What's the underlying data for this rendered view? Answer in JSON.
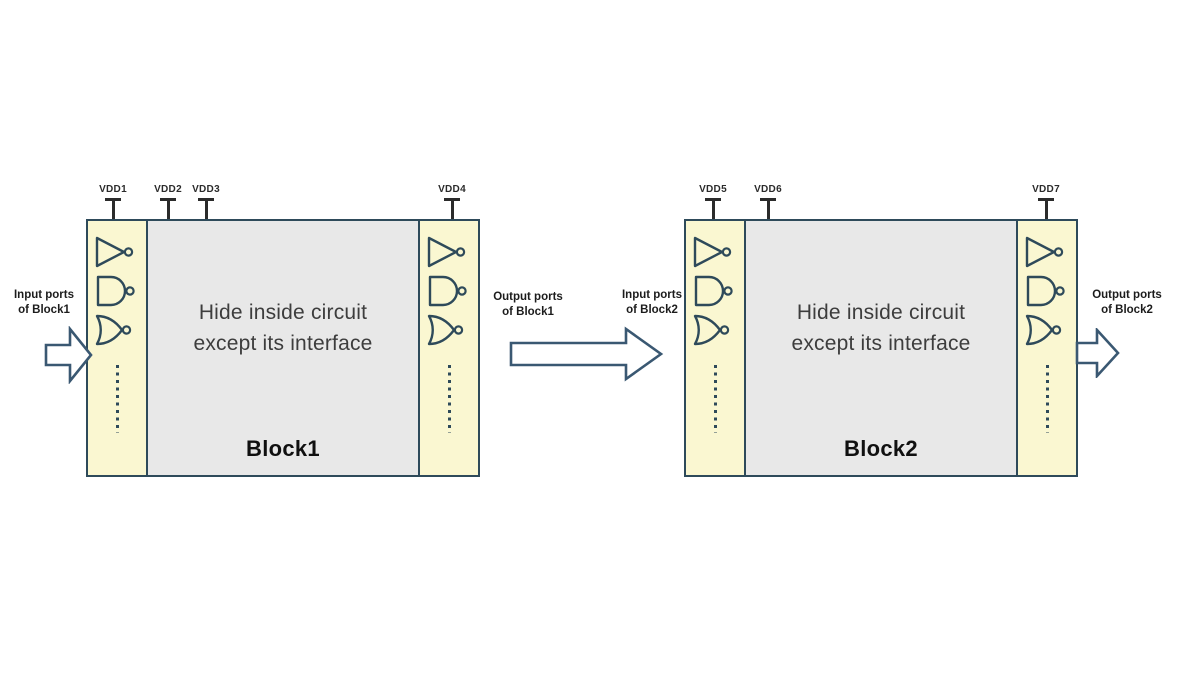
{
  "colors": {
    "strip_yellow": "#FAF7D1",
    "center_gray": "#E8E8E8",
    "border_navy": "#2E4A5A",
    "arrow_navy": "#3A5872",
    "pin_dark": "#2B2B2B",
    "label_black": "#1C1C1C",
    "center_text_gray": "#3D3D3D",
    "arrow_fill": "#FFFFFF"
  },
  "blocks": [
    {
      "title": "Block1",
      "center_text": [
        "Hide inside circuit",
        "except its interface"
      ],
      "vdd_pins": [
        "VDD1",
        "VDD2",
        "VDD3",
        "VDD4"
      ],
      "input_label": [
        "Input ports",
        "of Block1"
      ],
      "output_label": [
        "Output ports",
        "of Block1"
      ],
      "gates": [
        "inverter",
        "nand",
        "nor"
      ]
    },
    {
      "title": "Block2",
      "center_text": [
        "Hide inside circuit",
        "except its interface"
      ],
      "vdd_pins": [
        "VDD5",
        "VDD6",
        "VDD7"
      ],
      "input_label": [
        "Input ports",
        "of Block2"
      ],
      "output_label": [
        "Output ports",
        "of Block2"
      ],
      "gates": [
        "inverter",
        "nand",
        "nor"
      ]
    }
  ]
}
